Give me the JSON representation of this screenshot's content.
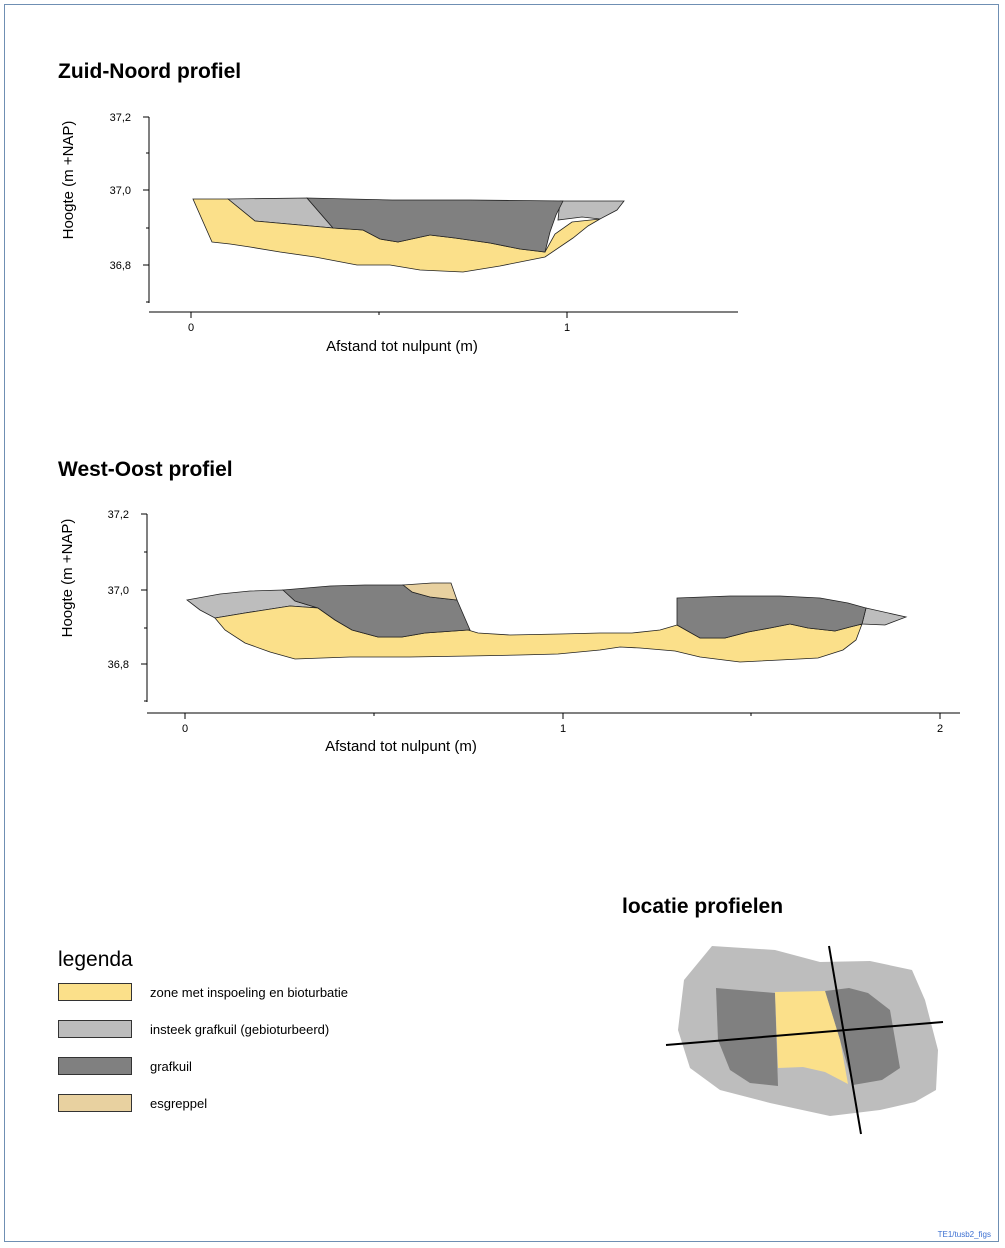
{
  "profiles": [
    {
      "title": "Zuid-Noord profiel",
      "ylabel": "Hoogte (m +NAP)",
      "xlabel": "Afstand tot nulpunt (m)",
      "y_ticks": [
        "37,2",
        "37,0",
        "36,8"
      ],
      "x_ticks": [
        "0",
        "1"
      ]
    },
    {
      "title": "West-Oost profiel",
      "ylabel": "Hoogte (m +NAP)",
      "xlabel": "Afstand tot nulpunt (m)",
      "y_ticks": [
        "37,2",
        "37,0",
        "36,8"
      ],
      "x_ticks": [
        "0",
        "1",
        "2"
      ]
    }
  ],
  "legend": {
    "title": "legenda",
    "items": [
      {
        "label": "zone met inspoeling en bioturbatie",
        "color": "#fbe08a"
      },
      {
        "label": "insteek grafkuil (gebioturbeerd)",
        "color": "#bdbdbd"
      },
      {
        "label": "grafkuil",
        "color": "#808080"
      },
      {
        "label": "esgreppel",
        "color": "#e8d1a0"
      }
    ]
  },
  "location": {
    "title": "locatie profielen"
  },
  "footer": {
    "code": "TE1/tusb2_figs"
  },
  "colors": {
    "inspoeling": "#fbe08a",
    "insteek": "#bdbdbd",
    "grafkuil": "#808080",
    "esgreppel": "#e8d1a0",
    "frame": "#6f8fb3",
    "footer_text": "#3b6fd1"
  }
}
